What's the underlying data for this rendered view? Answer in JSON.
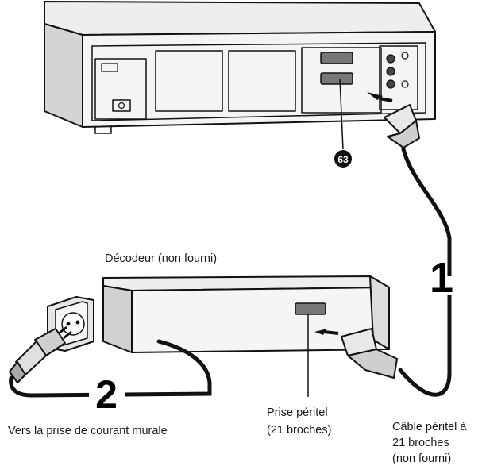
{
  "labels": {
    "decoder": "Décodeur (non fourni)",
    "wall_socket": "Vers la prise de courant murale",
    "scart_socket_line1": "Prise péritel",
    "scart_socket_line2": "(21 broches)",
    "scart_cable_line1": "Câble péritel à",
    "scart_cable_line2": "21 broches",
    "scart_cable_line3": "(non fourni)"
  },
  "callouts": {
    "ref": "63",
    "step1": "1",
    "step2": "2"
  },
  "colors": {
    "line": "#111111",
    "body_fill": "#ededed",
    "panel_fill": "#f6f6f6",
    "shade": "#c9c9c9"
  }
}
